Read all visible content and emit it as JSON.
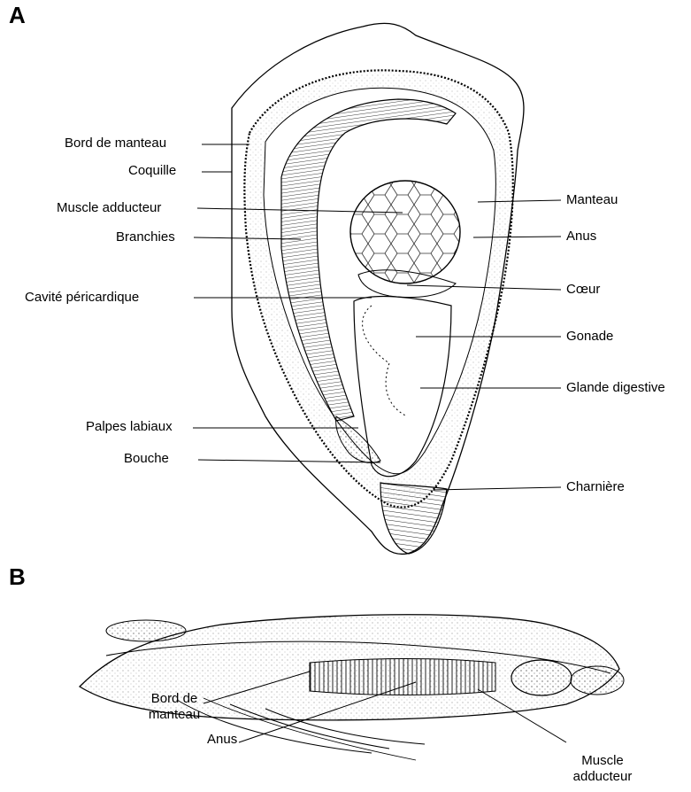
{
  "panels": {
    "a": {
      "letter": "A",
      "labels_left": {
        "bord_de_manteau": "Bord de manteau",
        "coquille": "Coquille",
        "muscle_adducteur": "Muscle adducteur",
        "branchies": "Branchies",
        "cavite_pericardique": "Cavité péricardique",
        "palpes_labiaux": "Palpes labiaux",
        "bouche": "Bouche"
      },
      "labels_right": {
        "manteau": "Manteau",
        "anus": "Anus",
        "coeur": "Cœur",
        "gonade": "Gonade",
        "glande_digestive": "Glande digestive",
        "charniere": "Charnière"
      }
    },
    "b": {
      "letter": "B",
      "labels": {
        "bord_de_manteau_line1": "Bord de",
        "bord_de_manteau_line2": "manteau",
        "anus": "Anus",
        "muscle_adducteur_line1": "Muscle",
        "muscle_adducteur_line2": "adducteur"
      }
    }
  }
}
